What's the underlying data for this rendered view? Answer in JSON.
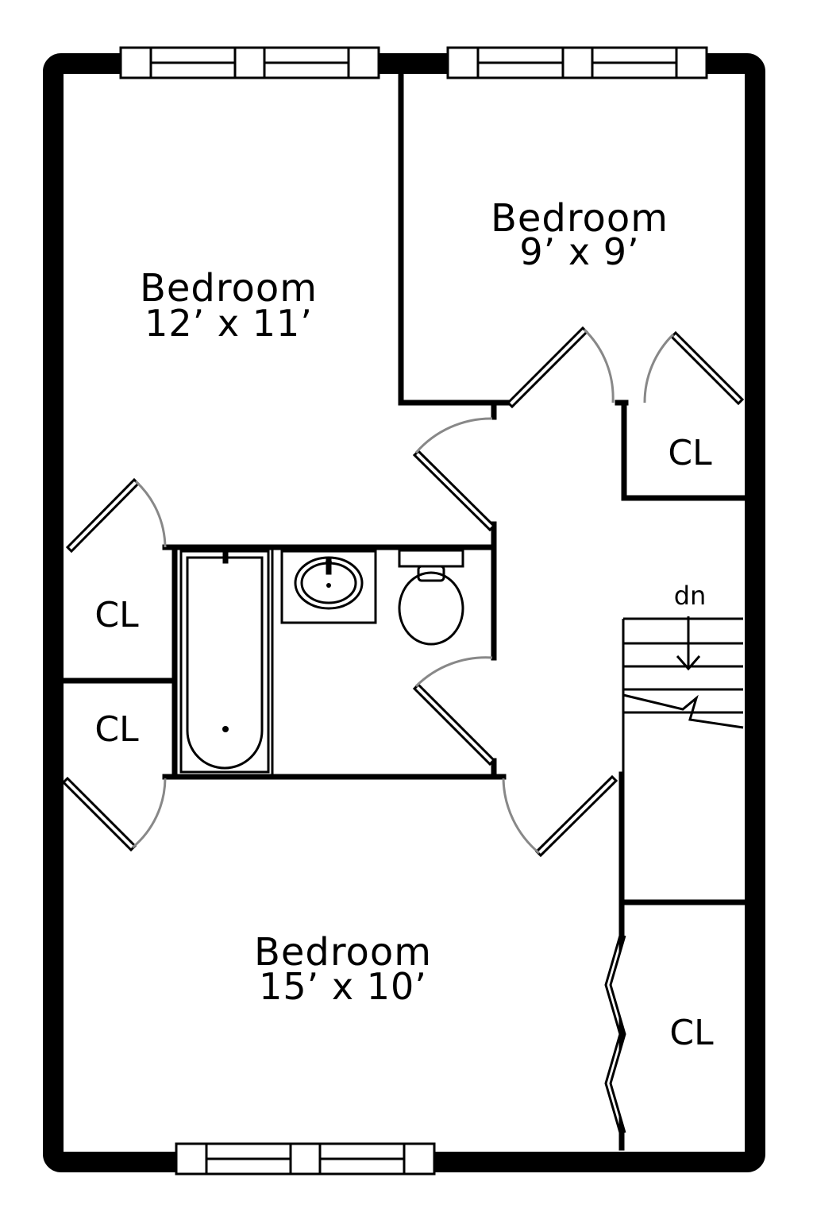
{
  "rooms": [
    {
      "name": "Bedroom",
      "dims": "12’ x 11’"
    },
    {
      "name": "Bedroom",
      "dims": "9’ x 9’"
    },
    {
      "name": "Bedroom",
      "dims": "15’ x 10’"
    }
  ],
  "closets": [
    "CL",
    "CL",
    "CL",
    "CL"
  ],
  "stairs": {
    "direction_label": "dn"
  }
}
